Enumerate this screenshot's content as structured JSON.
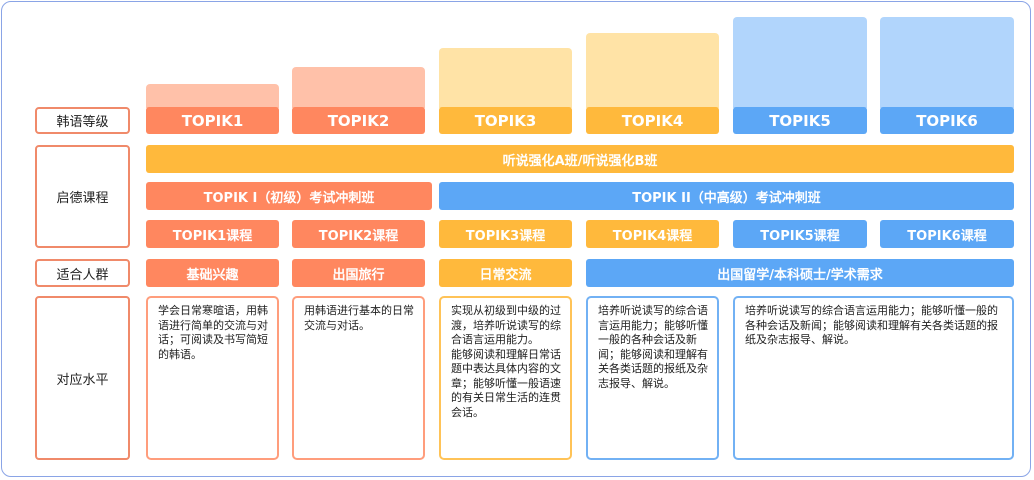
{
  "colors": {
    "orange": "#ff875f",
    "orange_light": "#ffc1a9",
    "yellow": "#ffb93c",
    "yellow_light": "#ffe3a6",
    "blue": "#5ca7f6",
    "blue_light": "#b1d5fc",
    "label_border": "#f08a6a"
  },
  "row_labels": {
    "level": "韩语等级",
    "course": "启德课程",
    "audience": "适合人群",
    "ability": "对应水平"
  },
  "levels": [
    "TOPIK1",
    "TOPIK2",
    "TOPIK3",
    "TOPIK4",
    "TOPIK5",
    "TOPIK6"
  ],
  "course_row": {
    "all_levels": "听说强化A班/听说强化B班",
    "beginner": "TOPIK I（初级）考试冲刺班",
    "advanced": "TOPIK II（中高级）考试冲刺班",
    "courses": [
      "TOPIK1课程",
      "TOPIK2课程",
      "TOPIK3课程",
      "TOPIK4课程",
      "TOPIK5课程",
      "TOPIK6课程"
    ]
  },
  "audience": {
    "a1": "基础兴趣",
    "a2": "出国旅行",
    "a3": "日常交流",
    "a4": "出国留学/本科硕士/学术需求"
  },
  "ability": {
    "t1": "学会日常寒暄语，用韩语进行简单的交流与对话；可阅读及书写简短的韩语。",
    "t2": "用韩语进行基本的日常交流与对话。",
    "t3": "实现从初级到中级的过渡，培养听说读写的综合语言运用能力。\n能够阅读和理解日常话题中表达具体内容的文章；能够听懂一般语速的有关日常生活的连贯会话。",
    "t4": "培养听说读写的综合语言运用能力；能够听懂一般的各种会话及新闻；能够阅读和理解有关各类话题的报纸及杂志报导、解说。",
    "t56": "培养听说读写的综合语言运用能力；能够听懂一般的各种会话及新闻；能够阅读和理解有关各类话题的报纸及杂志报导、解说。"
  }
}
